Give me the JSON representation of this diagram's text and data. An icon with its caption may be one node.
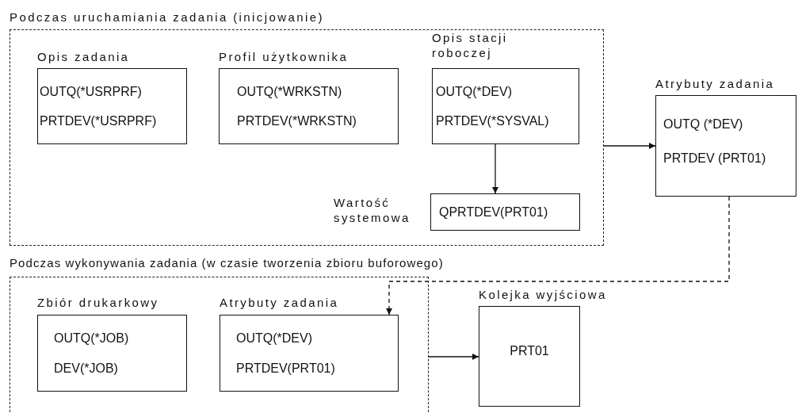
{
  "diagram": {
    "nodes": [
      {
        "text": [
          "Podczas uruchamiania zadania (inicjowanie)"
        ]
      },
      {
        "text": [
          "Opis zadania",
          "OUTQ(*USRPRF)",
          "PRTDEV(*USRPRF)"
        ],
        "in": 0
      },
      {
        "text": [
          "Profil użytkownika",
          "OUTQ(*WRKSTN)",
          "PRTDEV(*WRKSTN)"
        ],
        "in": 0
      },
      {
        "text": [
          "Opis stacji roboczej",
          "OUTQ(*DEV)",
          "PRTDEV(*SYSVAL)"
        ],
        "in": 0
      },
      {
        "text": [
          "Wartość systemowa",
          "QPRTDEV(PRT01)"
        ],
        "in": 0
      },
      {
        "text": [
          "Atrybuty zadania",
          "OUTQ (*DEV)",
          "PRTDEV (PRT01)"
        ]
      },
      {
        "text": [
          "Podczas wykonywania zadania (w czasie tworzenia zbioru buforowego)"
        ]
      },
      {
        "text": [
          "Zbiór drukarkowy",
          "OUTQ(*JOB)",
          "DEV(*JOB)"
        ],
        "in": 6
      },
      {
        "text": [
          "Atrybuty zadania",
          "OUTQ(*DEV)",
          "PRTDEV(PRT01)"
        ],
        "in": 6
      },
      {
        "text": [
          "Kolejka wyjściowa",
          "PRT01"
        ]
      }
    ],
    "edges": [
      {
        "from": 3,
        "to": 4,
        "arrow": "to"
      },
      {
        "from": 0,
        "to": 5,
        "arrow": "to"
      },
      {
        "from": 5,
        "to": 8,
        "arrow": "to",
        "style": "dashed"
      },
      {
        "from": 6,
        "to": 9,
        "arrow": "to"
      }
    ]
  }
}
